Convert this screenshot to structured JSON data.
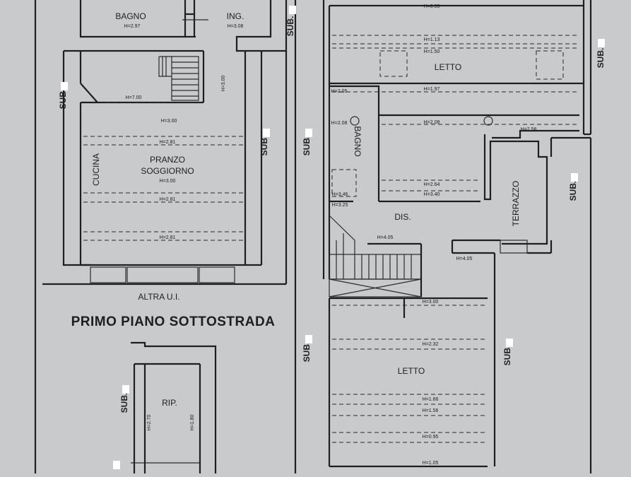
{
  "title": "PRIMO PIANO SOTTOSTRADA",
  "boundary_label": "ALTRA U.I.",
  "rooms": {
    "bagno_left": "BAGNO",
    "ingresso": "ING.",
    "pranzo_soggiorno": "PRANZO\nSOGGIORNO",
    "cucina": "CUCINA",
    "letto_top": "LETTO",
    "bagno_right": "BAGNO",
    "dis": "DIS.",
    "terrazzo": "TERRAZZO",
    "letto_bottom": "LETTO",
    "rip": "RIP."
  },
  "heights": {
    "bagno_left": "H=2.97",
    "ingresso": "H=3.08",
    "stair_left": "H=3.00",
    "h700": "H=7.00",
    "h300a": "H=3.00",
    "h281a": "H=2.81",
    "h300b": "H=3.00",
    "h281b": "H=2.81",
    "h281c": "H=2.81",
    "top093": "H=0.93",
    "h113": "H=1.13",
    "h150": "H=1.50",
    "h197": "H=1.97",
    "h205": "H=2.05",
    "h208a": "H=2.08",
    "h208b": "H=2.08",
    "h258": "H=2.58",
    "h264": "H=2.64",
    "h346": "H=3.46",
    "h340": "H=3.40",
    "h325": "H=3.25",
    "h405a": "H=4.05",
    "h405b": "H=4.05",
    "h300c": "H=3.00",
    "h232": "H=2.32",
    "h166": "H=1.66",
    "h156": "H=1.56",
    "h095": "H=0.95",
    "h105": "H=1.05",
    "rip_a": "H=2.70",
    "rip_b": "H=1.80"
  },
  "sub_labels": [
    "SUB.",
    "SUB.",
    "SUB.",
    "SUB.",
    "SUB.",
    "SUB.",
    "SUB.",
    "SUB.",
    "SUB."
  ]
}
